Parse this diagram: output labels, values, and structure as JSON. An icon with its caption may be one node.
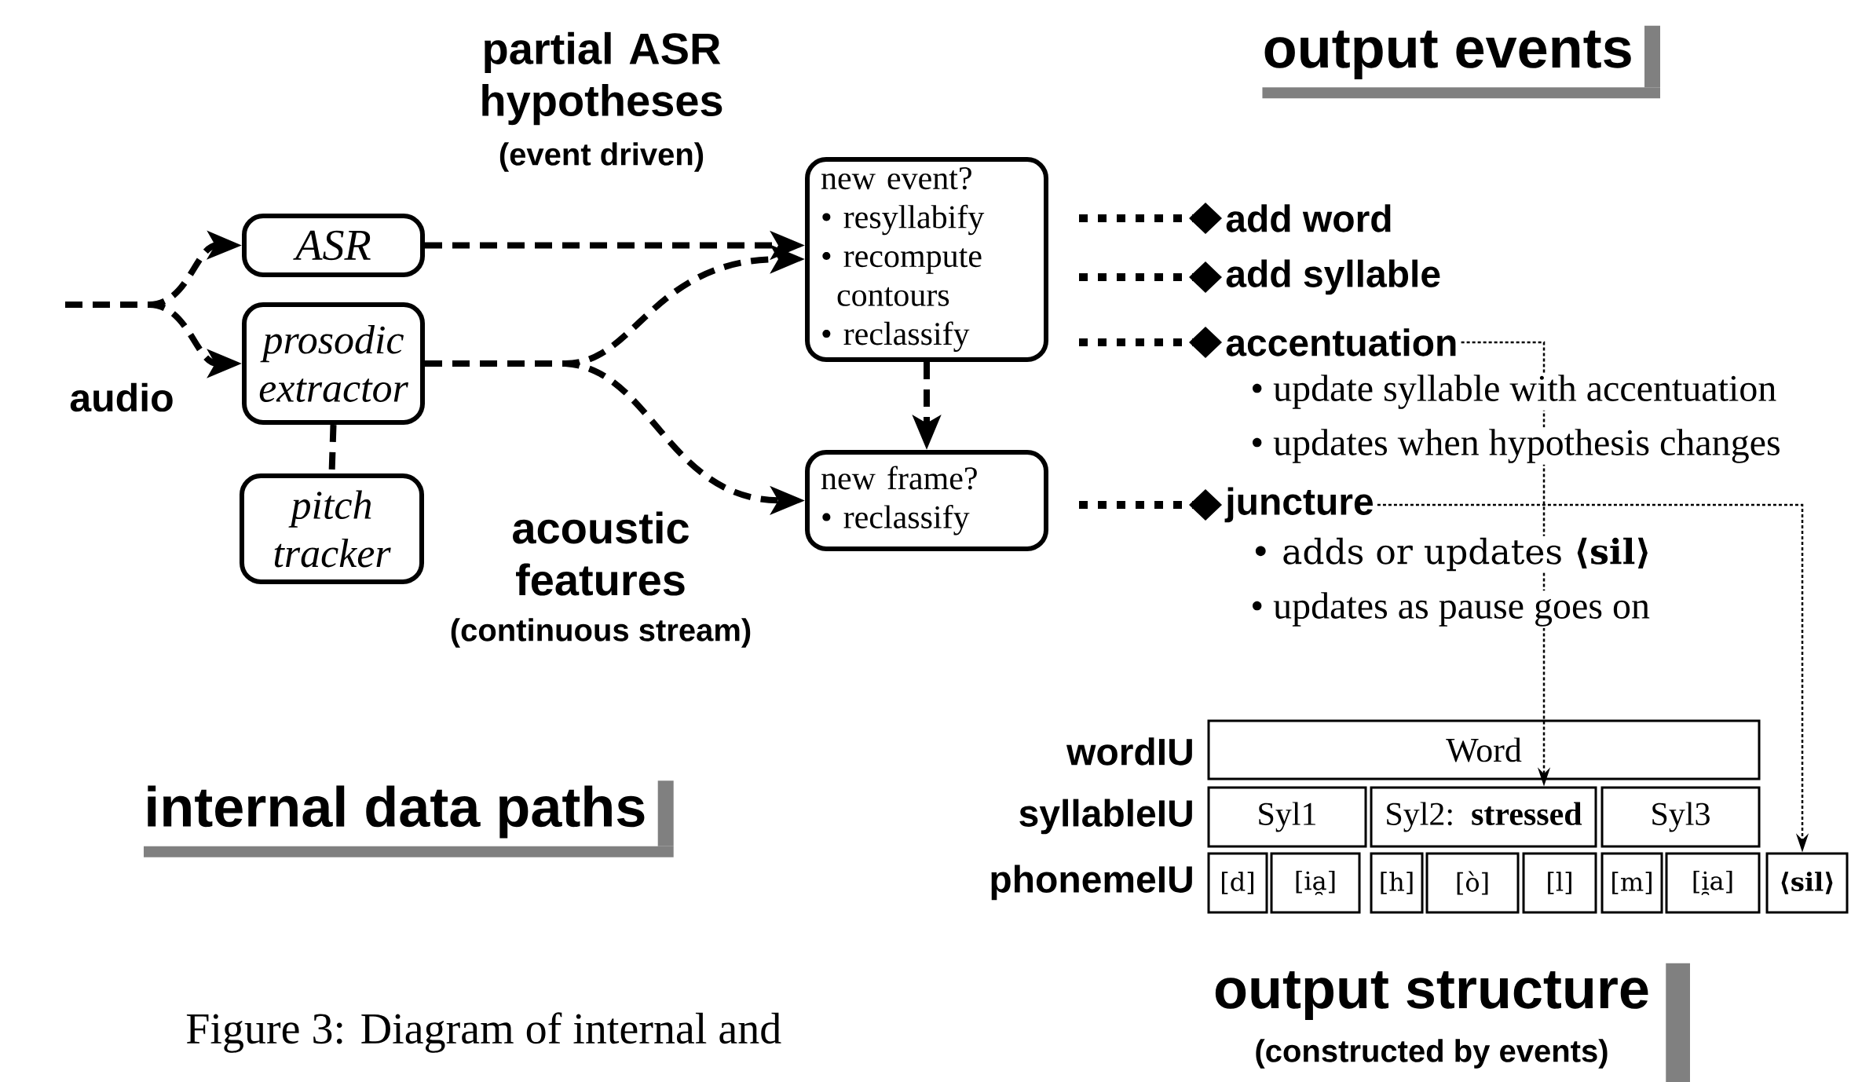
{
  "diagram": {
    "caption": "Figure 3: Diagram of internal and",
    "nodes": [
      {
        "text": [
          "ASR"
        ]
      },
      {
        "text": [
          "prosodic extractor"
        ]
      },
      {
        "text": [
          "pitch tracker"
        ]
      },
      {
        "text": [
          "new event?",
          "• resyllabify",
          "• recompute contours",
          "• reclassify"
        ]
      },
      {
        "text": [
          "new frame?",
          "• reclassify"
        ]
      },
      {
        "text": [
          "add word"
        ]
      },
      {
        "text": [
          "add syllable"
        ]
      },
      {
        "text": [
          "accentuation"
        ],
        "beside": [
          "• update syllable with accentuation",
          "• updates when hypothesis changes"
        ]
      },
      {
        "text": [
          "juncture"
        ],
        "beside": [
          "• adds or updates **⟨sil⟩**",
          "• updates as pause goes on"
        ]
      },
      {
        "text": [
          "Word"
        ]
      },
      {
        "text": [
          "Syl1"
        ]
      },
      {
        "text": [
          "Syl2: **stressed**"
        ]
      },
      {
        "text": [
          "Syl3"
        ]
      },
      {
        "text": [
          "[d]"
        ]
      },
      {
        "text": [
          "[ia̯]"
        ]
      },
      {
        "text": [
          "[h]"
        ]
      },
      {
        "text": [
          "[ò]"
        ]
      },
      {
        "text": [
          "[l]"
        ]
      },
      {
        "text": [
          "[m]"
        ]
      },
      {
        "text": [
          "[i̯a]"
        ]
      },
      {
        "text": [
          "⟨sil⟩"
        ]
      }
    ],
    "edges": [
      {
        "from": null,
        "to": 0,
        "arrow": "to",
        "style": "dashed"
      },
      {
        "from": null,
        "to": 1,
        "arrow": "to",
        "style": "dashed"
      },
      {
        "from": 0,
        "to": 3,
        "arrow": "to",
        "style": "dashed"
      },
      {
        "from": 1,
        "to": 3,
        "arrow": "to",
        "style": "dashed"
      },
      {
        "from": 1,
        "to": 4,
        "arrow": "to",
        "style": "dashed"
      },
      {
        "from": 1,
        "to": 2,
        "arrow": "none",
        "style": "dashed"
      },
      {
        "from": 3,
        "to": 4,
        "arrow": "to",
        "style": "dashed"
      },
      {
        "from": 3,
        "to": 5,
        "arrow": "other",
        "style": "dashed"
      },
      {
        "from": 3,
        "to": 6,
        "arrow": "other",
        "style": "dashed"
      },
      {
        "from": 3,
        "to": 7,
        "arrow": "other",
        "style": "dashed"
      },
      {
        "from": 4,
        "to": 8,
        "arrow": "other",
        "style": "dashed"
      },
      {
        "from": 7,
        "to": 11,
        "arrow": "to",
        "style": "dashed"
      },
      {
        "from": 8,
        "to": 20,
        "arrow": "to",
        "style": "dashed"
      }
    ],
    "labels": [
      "partial ASR hypotheses",
      "(event driven)",
      "output events",
      "audio",
      "acoustic features",
      "(continuous stream)",
      "internal data paths",
      "wordIU",
      "syllableIU",
      "phonemeIU",
      "output structure",
      "(constructed by events)"
    ]
  }
}
